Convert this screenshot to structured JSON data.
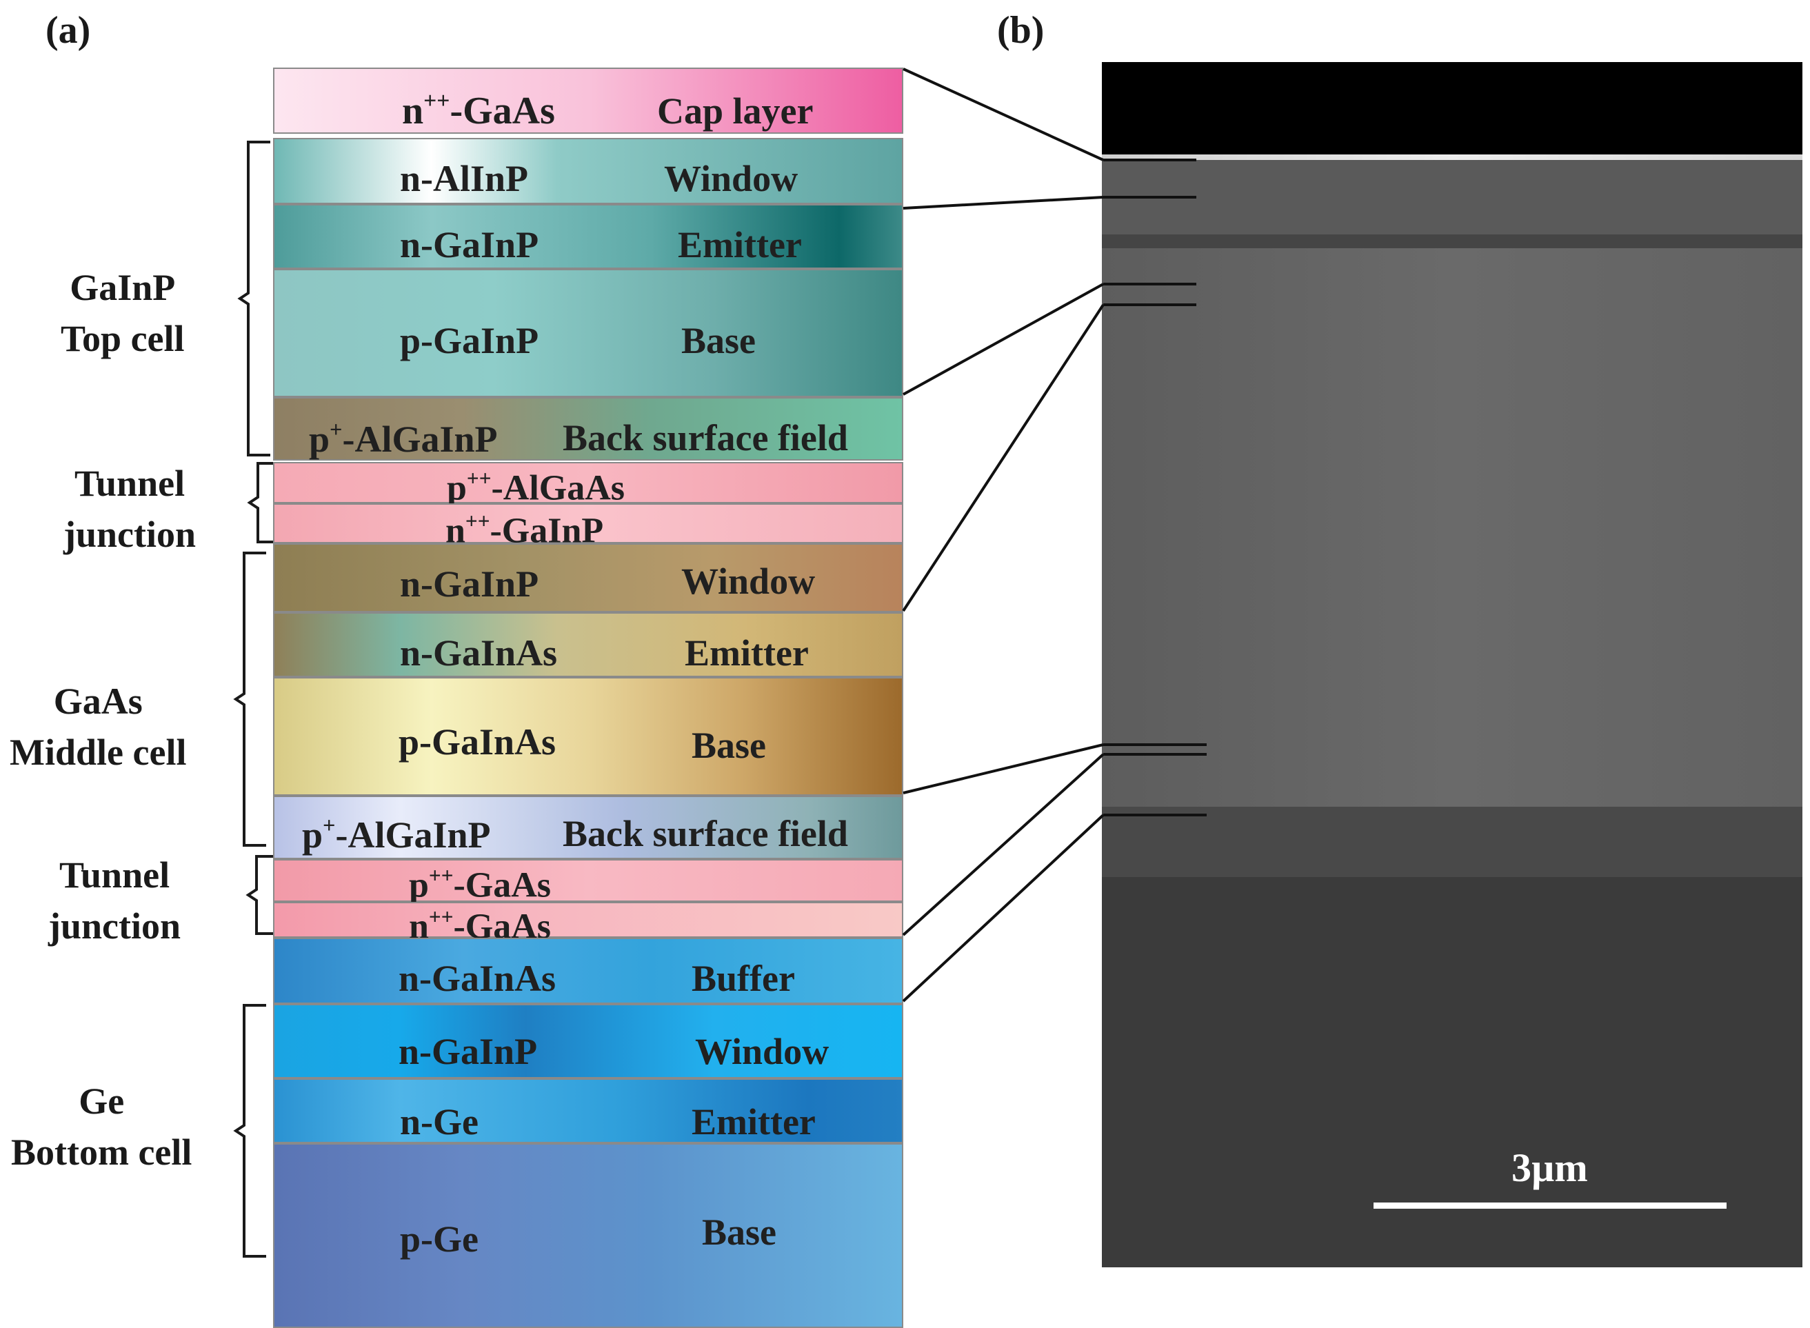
{
  "panel_a_label": "(a)",
  "panel_b_label": "(b)",
  "layers": [
    {
      "prefix": "n",
      "sup": "++",
      "suffix": "-GaAs",
      "role": "Cap layer",
      "bg": "linear-gradient(90deg,#fde6f0 0%,#f9c2da 50%,#ee5ea2 100%)"
    },
    {
      "prefix": "n-AlInP",
      "sup": "",
      "suffix": "",
      "role": "Window",
      "bg": "linear-gradient(90deg,#6fb8b4 0%,#ffffff 25%,#8fcbc7 45%,#5ea4a2 100%)"
    },
    {
      "prefix": "n-GaInP",
      "sup": "",
      "suffix": "",
      "role": "Emitter",
      "bg": "linear-gradient(90deg,#4e9c9a 0%,#8cc8c6 25%,#5eaaa8 60%,#0d6868 90%,#3c8a88 100%)"
    },
    {
      "prefix": "p-GaInP",
      "sup": "",
      "suffix": "",
      "role": "Base",
      "bg": "linear-gradient(90deg,#8ec6c3 0%,#8ecdc9 35%,#6eaeab 70%,#3e8884 100%)"
    },
    {
      "prefix": "p",
      "sup": "+",
      "suffix": "-AlGaInP",
      "role": "Back surface field",
      "bg": "linear-gradient(90deg,#8e7f63 0%,#9a8e70 30%,#6fa88f 60%,#6fc3a5 100%)"
    },
    {
      "prefix": "p",
      "sup": "++",
      "suffix": "-AlGaAs",
      "role": "",
      "bg": "linear-gradient(90deg,#f5aab5 0%,#f8b7c1 50%,#f19aa8 100%)"
    },
    {
      "prefix": "n",
      "sup": "++",
      "suffix": "-GaInP",
      "role": "",
      "bg": "linear-gradient(90deg,#f3a7b2 0%,#fac3cb 50%,#f4b0ba 100%)"
    },
    {
      "prefix": "n-GaInP",
      "sup": "",
      "suffix": "",
      "role": "Window",
      "bg": "linear-gradient(90deg,#8e7e53 0%,#a39266 40%,#b89a6a 70%,#b8835c 100%)"
    },
    {
      "prefix": "n-GaInAs",
      "sup": "",
      "suffix": "",
      "role": "Emitter",
      "bg": "linear-gradient(90deg,#8f8058 0%,#7db6a3 20%,#c9c08e 45%,#d2b777 75%,#c0a060 100%)"
    },
    {
      "prefix": "p-GaInAs",
      "sup": "",
      "suffix": "",
      "role": "Base",
      "bg": "linear-gradient(90deg,#d8cb86 0%,#f7f3c0 25%,#e8d59a 50%,#cda667 75%,#9c6a2c 100%)"
    },
    {
      "prefix": "p",
      "sup": "+",
      "suffix": "-AlGaInP",
      "role": "Back surface field",
      "bg": "linear-gradient(90deg,#b8c2e6 0%,#e8ecfa 20%,#aebde0 55%,#8fb2b6 85%,#6e9a9c 100%)"
    },
    {
      "prefix": "p",
      "sup": "++",
      "suffix": "-GaAs",
      "role": "",
      "bg": "linear-gradient(90deg,#f29aa8 0%,#f8b9c3 50%,#f5a9b5 100%)"
    },
    {
      "prefix": "n",
      "sup": "++",
      "suffix": "-GaAs",
      "role": "",
      "bg": "linear-gradient(90deg,#f39aaa 0%,#f7b6c0 40%,#f8c9c6 100%)"
    },
    {
      "prefix": "n-GaInAs",
      "sup": "",
      "suffix": "",
      "role": "Buffer",
      "bg": "linear-gradient(90deg,#2d86c8 0%,#4aa9e0 30%,#33a3dc 60%,#46b4e4 100%)"
    },
    {
      "prefix": "n-GaInP",
      "sup": "",
      "suffix": "",
      "role": "Window",
      "bg": "linear-gradient(90deg,#1aa4e2 0%,#17a9ea 20%,#1f7fc3 40%,#22b0ee 70%,#16b5f2 100%)"
    },
    {
      "prefix": "n-Ge",
      "sup": "",
      "suffix": "",
      "role": "Emitter",
      "bg": "linear-gradient(90deg,#2a92d2 0%,#4fb5e8 20%,#2f9fdb 55%,#1c77bf 85%,#237fc3 100%)"
    },
    {
      "prefix": "p-Ge",
      "sup": "",
      "suffix": "",
      "role": "Base",
      "bg": "linear-gradient(90deg,#5a74b4 0%,#6687c4 30%,#5c93cc 60%,#68b4e0 100%)"
    }
  ],
  "groups": [
    {
      "line1": "GaInP",
      "line2": "Top cell"
    },
    {
      "line1": "Tunnel",
      "line2": "junction"
    },
    {
      "line1": "GaAs",
      "line2": "Middle cell"
    },
    {
      "line1": "Tunnel",
      "line2": "junction"
    },
    {
      "line1": "Ge",
      "line2": "Bottom cell"
    }
  ],
  "scale_bar_label": "3µm"
}
